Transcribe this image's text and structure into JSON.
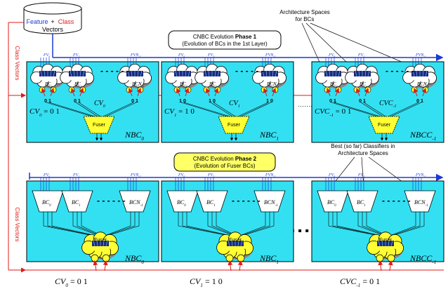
{
  "db": {
    "line1_a": "Feature",
    "line1_plus": " + ",
    "line1_b": "Class",
    "line2": "Vectors"
  },
  "side_label": "Class Vectors",
  "phase1": {
    "title_a": "CNBC Evolution ",
    "title_b": "Phase 1",
    "subtitle": "(Evolution of BCs in the 1st Layer)"
  },
  "phase2": {
    "title_a": "CNBC Evolution ",
    "title_b": "Phase 2",
    "subtitle": "(Evolution of Fuser BCs)"
  },
  "annotations": {
    "arch_spaces_1": "Architecture Spaces",
    "arch_spaces_2": "for BCs",
    "best_1": "Best (so far) Classifiers in",
    "best_2": "Architecture Spaces"
  },
  "fv_labels": [
    "FV0",
    "FV1",
    "FVN-1"
  ],
  "bc_labels": [
    "BC0",
    "BC1",
    "BCN-1"
  ],
  "fuser_label": "Fuser",
  "networks": [
    {
      "nbc": "NBC0",
      "cv_eq": "CV0 = 0 1",
      "cv": "CV0",
      "bits": "0 1"
    },
    {
      "nbc": "NBC1",
      "cv_eq": "CV1 = 1 0",
      "cv": "CV1",
      "bits": "1 0"
    },
    {
      "nbc": "NBCC-1",
      "cv_eq": "CVC-1 = 0 1",
      "cv": "CVC-1",
      "bits": "0 1"
    }
  ],
  "bottom_cv": [
    "CV0 = 0 1",
    "CV1 = 1 0",
    "CVC-1 = 0 1"
  ],
  "colors": {
    "box_fill": "#33e0f2",
    "fuser_yellow": "#ffff33",
    "blue_line": "#1b3ad6",
    "red_line": "#e01a1a",
    "phase_box_yellow": "#ffff66"
  }
}
